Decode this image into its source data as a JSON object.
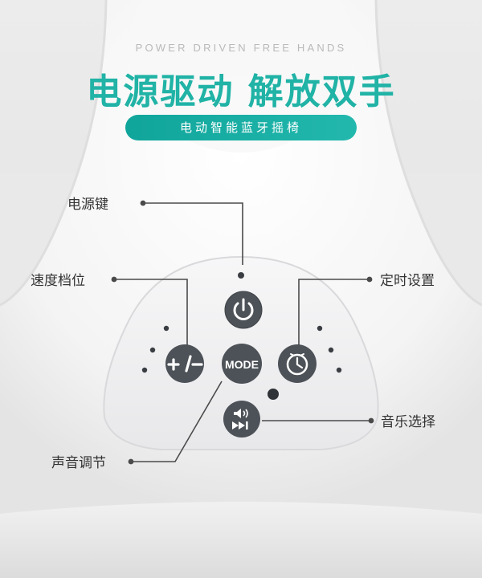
{
  "banner": {
    "eyebrow": "POWER DRIVEN FREE HANDS",
    "headline": "电源驱动 解放双手",
    "pill": "电动智能蓝牙摇椅"
  },
  "panel": {
    "buttons": [
      {
        "id": "power",
        "icon": "power-icon",
        "label": ""
      },
      {
        "id": "volume",
        "icon": "plus-minus-icon",
        "label": "+/−"
      },
      {
        "id": "mode",
        "icon": "mode-text",
        "label": "MODE"
      },
      {
        "id": "timer",
        "icon": "clock-icon",
        "label": ""
      },
      {
        "id": "music",
        "icon": "speaker-next-icon",
        "label": ""
      }
    ]
  },
  "callouts": {
    "power": "电源键",
    "speed": "速度档位",
    "timer": "定时设置",
    "music": "音乐选择",
    "volume": "声音调节"
  },
  "colors": {
    "accent": "#20b3a6",
    "button": "#4d5258",
    "panel": "#efeff1"
  }
}
